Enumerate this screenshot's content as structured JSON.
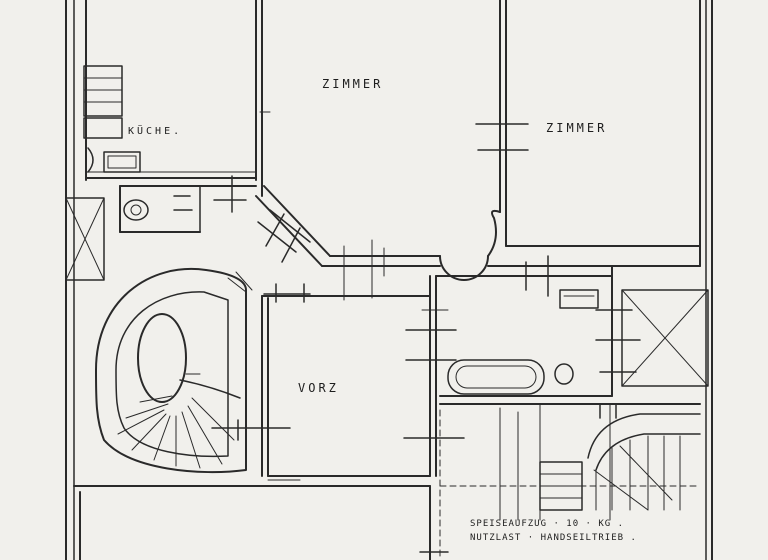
{
  "labels": {
    "kueche": "KÜCHE.",
    "zimmer_left": "ZIMMER",
    "zimmer_right": "ZIMMER",
    "vorz": "VORZ",
    "speiseaufzug_line1": "SPEISEAUFZUG · 10 · KG .",
    "speiseaufzug_line2": "NUTZLAST · HANDSEILTRIEB ."
  },
  "colors": {
    "paper": "#f1f0ec",
    "ink": "#2a2a2a"
  }
}
